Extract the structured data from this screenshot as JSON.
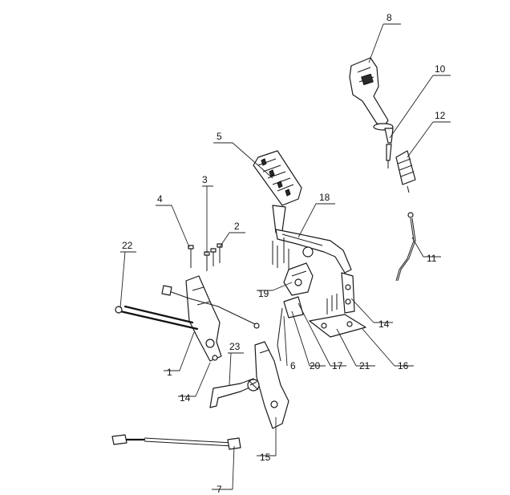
{
  "callouts": [
    {
      "id": "c1",
      "label": "1"
    },
    {
      "id": "c2",
      "label": "2"
    },
    {
      "id": "c3",
      "label": "3"
    },
    {
      "id": "c4",
      "label": "4"
    },
    {
      "id": "c5",
      "label": "5"
    },
    {
      "id": "c6",
      "label": "6"
    },
    {
      "id": "c7",
      "label": "7"
    },
    {
      "id": "c8",
      "label": "8"
    },
    {
      "id": "c10",
      "label": "10"
    },
    {
      "id": "c11",
      "label": "11"
    },
    {
      "id": "c12",
      "label": "12"
    },
    {
      "id": "c14a",
      "label": "14"
    },
    {
      "id": "c14b",
      "label": "14"
    },
    {
      "id": "c15",
      "label": "15"
    },
    {
      "id": "c16",
      "label": "16"
    },
    {
      "id": "c17",
      "label": "17"
    },
    {
      "id": "c18",
      "label": "18"
    },
    {
      "id": "c19",
      "label": "19"
    },
    {
      "id": "c20",
      "label": "20"
    },
    {
      "id": "c21",
      "label": "21"
    },
    {
      "id": "c22",
      "label": "22"
    },
    {
      "id": "c23",
      "label": "23"
    }
  ]
}
